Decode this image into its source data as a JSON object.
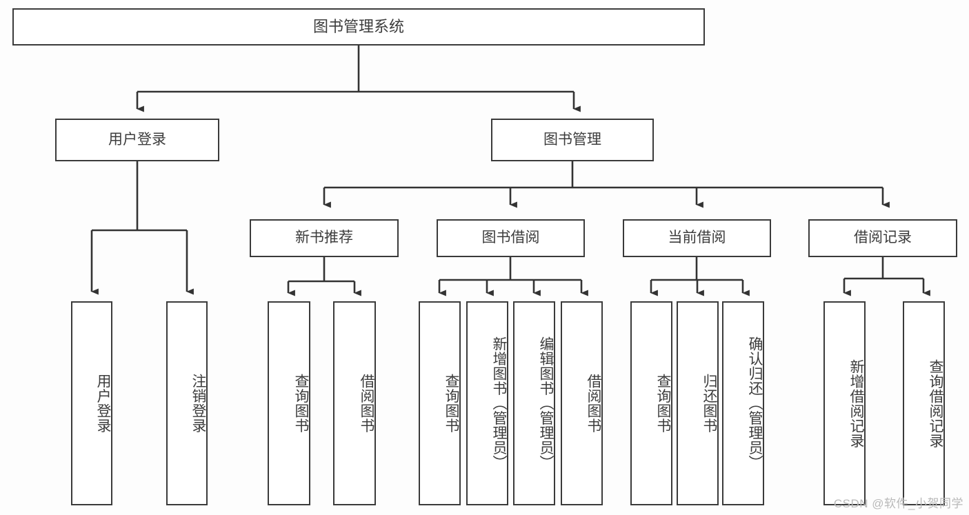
{
  "diagram": {
    "title": "图书管理系统",
    "type": "hierarchy-tree",
    "watermark": "CSDN @软件_小贺同学",
    "colors": {
      "background": "#fdfdfd",
      "node_fill": "#ffffff",
      "node_border": "#3a3a3a",
      "text": "#3c3c3c",
      "connector": "#333333",
      "watermark": "#b9b9b9"
    },
    "nodes": {
      "root": {
        "label": "图书管理系统"
      },
      "level2": [
        {
          "label": "用户登录"
        },
        {
          "label": "图书管理"
        }
      ],
      "level3": [
        {
          "label": "新书推荐"
        },
        {
          "label": "图书借阅"
        },
        {
          "label": "当前借阅"
        },
        {
          "label": "借阅记录"
        }
      ],
      "leaves": {
        "user_login": [
          {
            "label": "用户登录"
          },
          {
            "label": "注销登录"
          }
        ],
        "new_book_rec": [
          {
            "label": "查询图书"
          },
          {
            "label": "借阅图书"
          }
        ],
        "book_borrow": [
          {
            "label": "查询图书"
          },
          {
            "label": "新增图书（管理员）"
          },
          {
            "label": "编辑图书（管理员）"
          },
          {
            "label": "借阅图书"
          }
        ],
        "current_borrow": [
          {
            "label": "查询图书"
          },
          {
            "label": "归还图书"
          },
          {
            "label": "确认归还（管理员）"
          }
        ],
        "borrow_record": [
          {
            "label": "新增借阅记录"
          },
          {
            "label": "查询借阅记录"
          }
        ]
      }
    }
  }
}
